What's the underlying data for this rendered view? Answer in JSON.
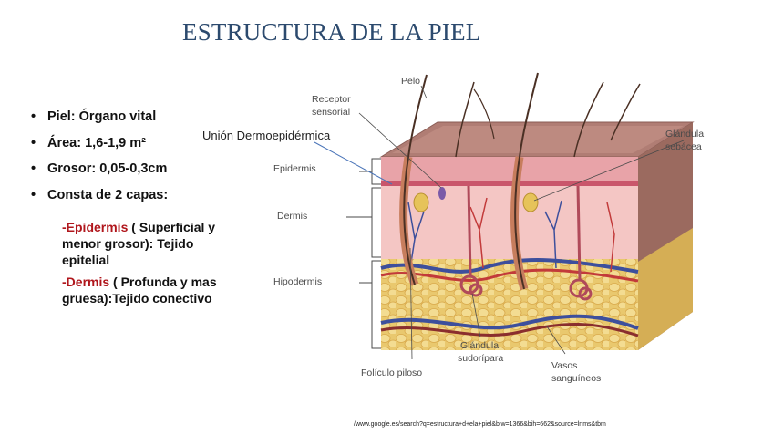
{
  "slide": {
    "title": "ESTRUCTURA DE LA PIEL",
    "bullets": [
      "Piel: Órgano vital",
      "Área: 1,6-1,9 m²",
      "Grosor: 0,05-0,3cm",
      "Consta de 2 capas:"
    ],
    "layers": [
      {
        "prefix": "-",
        "name": "Epidermis",
        "rest": " ( Superficial y menor grosor): Tejido epitelial"
      },
      {
        "prefix": "-",
        "name": "Dermis",
        "rest": " ( Profunda y mas gruesa):Tejido conectivo"
      }
    ],
    "annotation": "Unión Dermoepidérmica",
    "source": "/www.google.es/search?q=estructura+d+ela+piel&biw=1366&bih=662&source=lnms&tbm"
  },
  "diagram": {
    "labels": {
      "pelo": "Pelo",
      "receptor_1": "Receptor",
      "receptor_2": "sensorial",
      "glandula_sebacea_1": "Glándula",
      "glandula_sebacea_2": "sebácea",
      "epidermis": "Epidermis",
      "dermis": "Dermis",
      "hipodermis": "Hipodermis",
      "foliculo": "Folículo piloso",
      "sudoripara_1": "Glándula",
      "sudoripara_2": "sudorípara",
      "vasos_1": "Vasos",
      "vasos_2": "sanguíneos"
    },
    "colors": {
      "epidermis_top": "#b07d74",
      "epidermis": "#e8a3a8",
      "dermis": "#f4c6c4",
      "hypodermis": "#e9c86e",
      "vein": "#3d4f9c",
      "artery": "#c23a3a",
      "hair": "#4a3024"
    }
  }
}
